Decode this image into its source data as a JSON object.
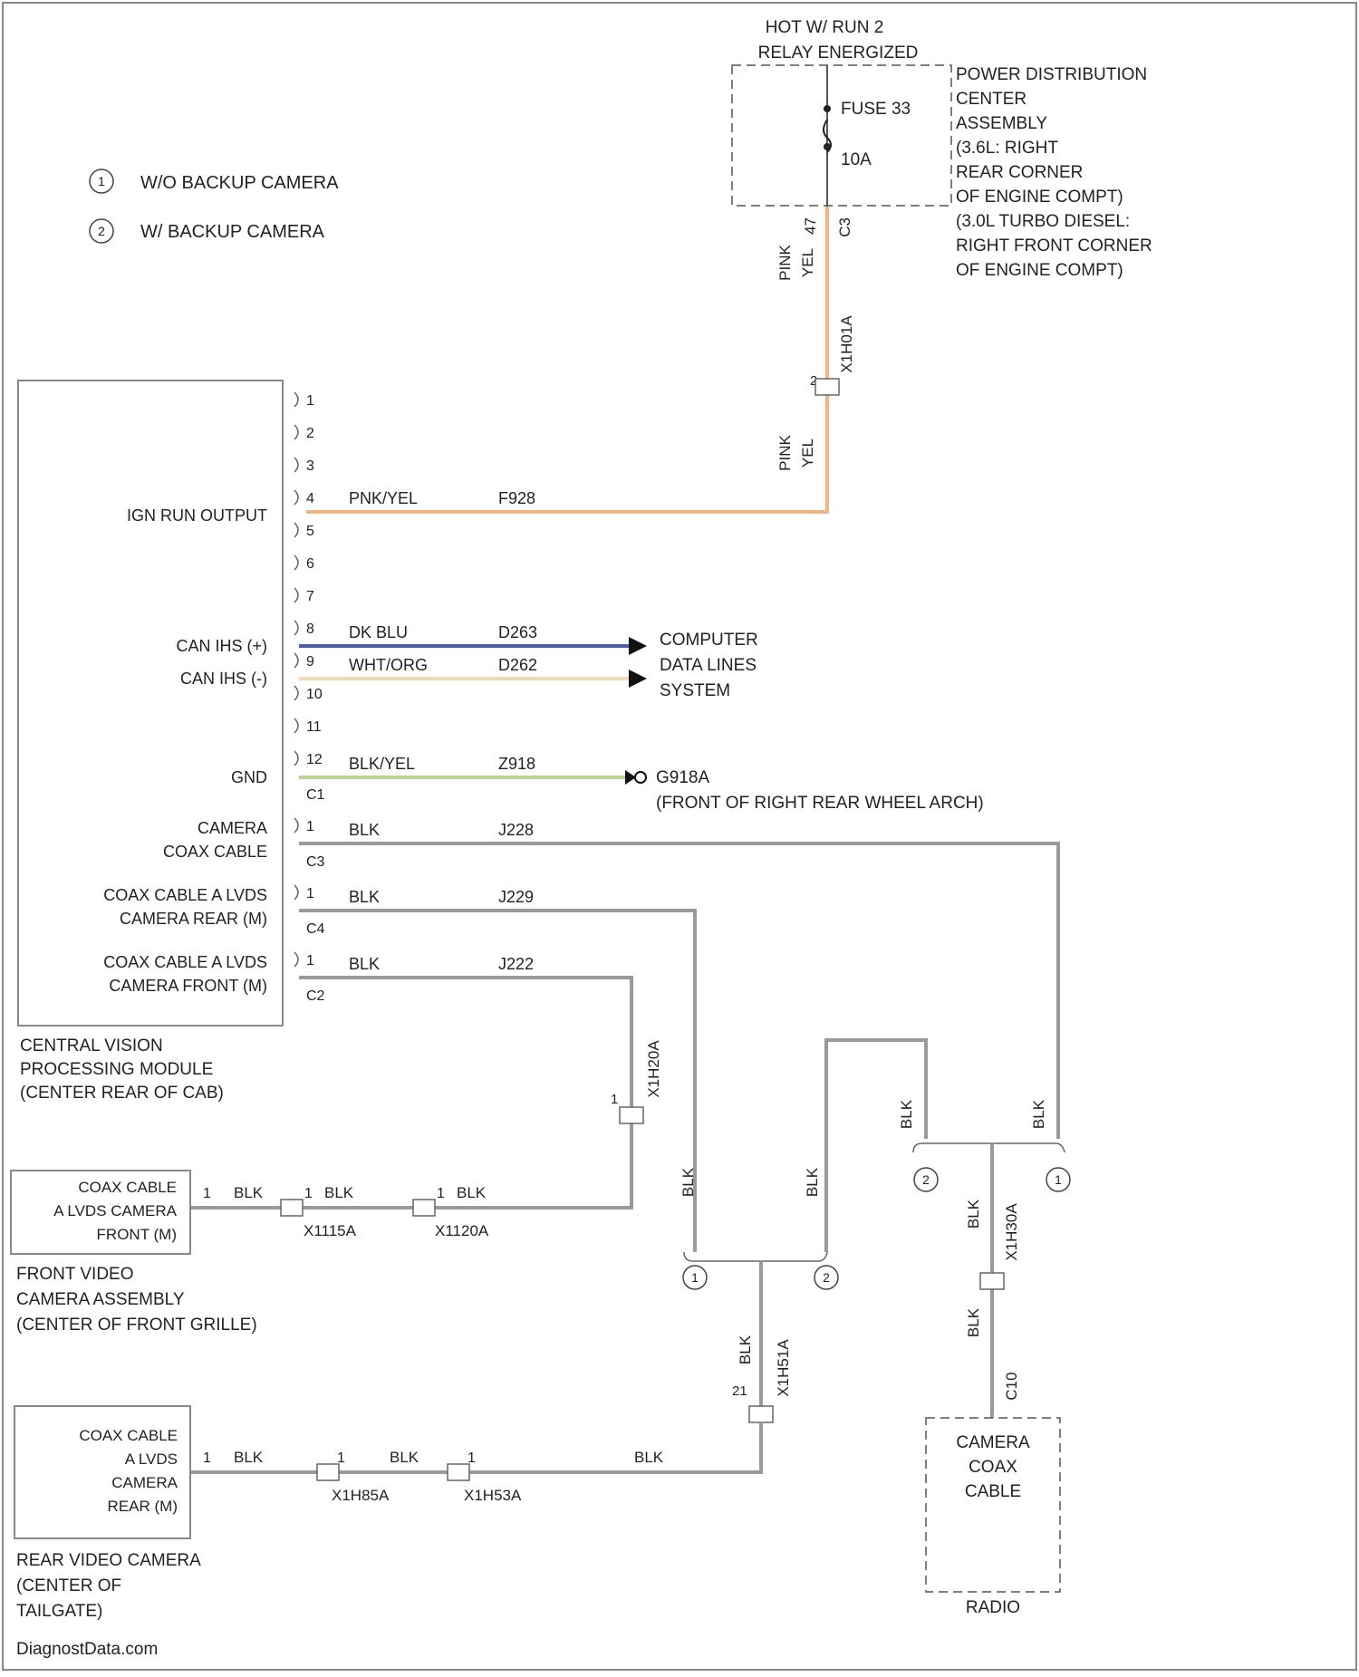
{
  "legend": [
    {
      "num": "1",
      "label": "W/O BACKUP CAMERA"
    },
    {
      "num": "2",
      "label": "W/ BACKUP CAMERA"
    }
  ],
  "pdc": {
    "top_label": [
      "HOT W/ RUN 2",
      "RELAY ENERGIZED"
    ],
    "fuse_name": "FUSE 33",
    "fuse_rating": "10A",
    "desc": [
      "POWER DISTRIBUTION",
      "CENTER",
      "ASSEMBLY",
      "(3.6L: RIGHT",
      "REAR CORNER",
      "OF ENGINE COMPT)",
      "(3.0L TURBO DIESEL:",
      "RIGHT FRONT CORNER",
      "OF ENGINE COMPT)"
    ],
    "pin": "47",
    "connector": "C3",
    "wire_color": [
      "PINK",
      "YEL"
    ],
    "splice_connector": "X1H01A",
    "splice_pin": "2"
  },
  "module": {
    "name": [
      "CENTRAL VISION",
      "PROCESSING MODULE",
      "(CENTER REAR OF CAB)"
    ],
    "pins": [
      "1",
      "2",
      "3",
      "4",
      "5",
      "6",
      "7",
      "8",
      "9",
      "10",
      "11",
      "12"
    ],
    "labels": {
      "ign": "IGN RUN OUTPUT",
      "can_h": "CAN IHS (+)",
      "can_l": "CAN IHS (-)",
      "gnd": "GND",
      "cam1": [
        "CAMERA",
        "COAX CABLE"
      ],
      "cam2": [
        "COAX CABLE A LVDS",
        "CAMERA REAR (M)"
      ],
      "cam3": [
        "COAX CABLE A LVDS",
        "CAMERA FRONT (M)"
      ]
    },
    "connectors": {
      "c1": "C1",
      "c3": "C3",
      "c4": "C4",
      "c2": "C2"
    }
  },
  "wires": [
    {
      "pin": "4",
      "color": "PNK/YEL",
      "circuit": "F928",
      "stroke": "#f5b47a"
    },
    {
      "pin": "8",
      "color": "DK BLU",
      "circuit": "D263",
      "stroke": "#4a5fb4"
    },
    {
      "pin": "9",
      "color": "WHT/ORG",
      "circuit": "D262",
      "stroke": "#f2d9b5"
    },
    {
      "pin": "12",
      "color": "BLK/YEL",
      "circuit": "Z918",
      "stroke": "#bcd48e"
    },
    {
      "pin": "1",
      "color": "BLK",
      "circuit": "J228",
      "stroke": "#9a9a9a"
    },
    {
      "pin": "1",
      "color": "BLK",
      "circuit": "J229",
      "stroke": "#9a9a9a"
    },
    {
      "pin": "1",
      "color": "BLK",
      "circuit": "J222",
      "stroke": "#9a9a9a"
    }
  ],
  "data_lines": [
    "COMPUTER",
    "DATA LINES",
    "SYSTEM"
  ],
  "ground": {
    "name": "G918A",
    "location": "(FRONT OF RIGHT REAR WHEEL ARCH)"
  },
  "front_camera": {
    "box": [
      "COAX CABLE",
      "A LVDS CAMERA",
      "FRONT (M)"
    ],
    "name": [
      "FRONT VIDEO",
      "CAMERA ASSEMBLY",
      "(CENTER OF FRONT GRILLE)"
    ],
    "pin": "1",
    "wire": "BLK",
    "inline1": "X1115A",
    "inline2": "X1120A",
    "splice": "X1H20A"
  },
  "rear_camera": {
    "box": [
      "COAX CABLE",
      "A LVDS",
      "CAMERA",
      "REAR (M)"
    ],
    "name": [
      "REAR VIDEO CAMERA",
      "(CENTER OF",
      "TAILGATE)"
    ],
    "pin": "1",
    "wire": "BLK",
    "inline1": "X1H85A",
    "inline2": "X1H53A",
    "splice": "X1H51A",
    "splice_pin": "21"
  },
  "radio": {
    "box": [
      "CAMERA",
      "COAX",
      "CABLE"
    ],
    "name": "RADIO",
    "connector": "C10",
    "inline": "X1H30A",
    "wire": "BLK"
  },
  "footer": "DiagnostData.com"
}
